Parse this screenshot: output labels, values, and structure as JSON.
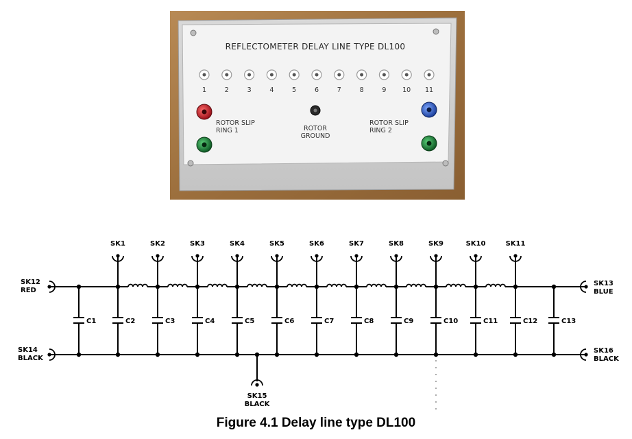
{
  "photo": {
    "title": "REFLECTOMETER DELAY LINE TYPE DL100",
    "socket_numbers": [
      "1",
      "2",
      "3",
      "4",
      "5",
      "6",
      "7",
      "8",
      "9",
      "10",
      "11"
    ],
    "slip_ring_1": [
      "ROTOR SLIP",
      "RING 1"
    ],
    "ground": [
      "ROTOR",
      "GROUND"
    ],
    "slip_ring_2": [
      "ROTOR SLIP",
      "RING 2"
    ]
  },
  "schematic": {
    "top_sockets": [
      "SK1",
      "SK2",
      "SK3",
      "SK4",
      "SK5",
      "SK6",
      "SK7",
      "SK8",
      "SK9",
      "SK10",
      "SK11"
    ],
    "capacitors": [
      "C1",
      "C2",
      "C3",
      "C4",
      "C5",
      "C6",
      "C7",
      "C8",
      "C9",
      "C10",
      "C11",
      "C12",
      "C13"
    ],
    "left_top": [
      "SK12",
      "RED"
    ],
    "left_bottom": [
      "SK14",
      "BLACK"
    ],
    "right_top": [
      "SK13",
      "BLUE"
    ],
    "right_bottom": [
      "SK16",
      "BLACK"
    ],
    "bottom_socket": [
      "SK15",
      "BLACK"
    ]
  },
  "caption": "Figure 4.1  Delay line type DL100",
  "colors": {
    "panel": "#f3f3f3",
    "wood": "#a67a44",
    "red_socket": "#c81f26",
    "blue_socket": "#2a5fd0",
    "green_socket": "#1f8a3a"
  }
}
